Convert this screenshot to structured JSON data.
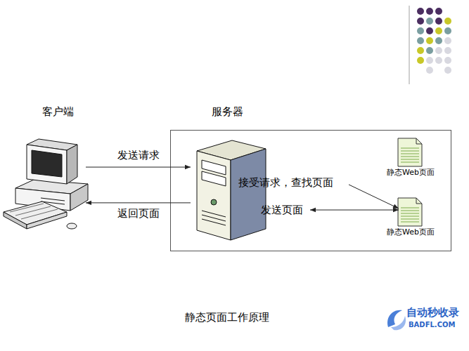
{
  "diagram": {
    "caption": "静态页面工作原理",
    "nodes": [
      {
        "text": [
          "客户端"
        ]
      },
      {
        "text": [
          "服务器"
        ]
      },
      {
        "text": [
          "接受请求，查找页面"
        ],
        "in": 1
      },
      {
        "text": [
          "静态Web页面"
        ],
        "in": 1
      },
      {
        "text": [
          "静态Web页面"
        ],
        "in": 1
      }
    ],
    "edges": [
      {
        "from": 0,
        "to": 2,
        "label": "发送请求",
        "arrow": "to"
      },
      {
        "from": 2,
        "to": 0,
        "label": "返回页面",
        "arrow": "to"
      },
      {
        "from": 2,
        "to": 4,
        "arrow": "to"
      },
      {
        "from": 2,
        "to": 4,
        "label": "发送页面",
        "arrow": "both"
      }
    ],
    "labels": [
      "自动秒收录",
      "BADFL.COM"
    ]
  }
}
